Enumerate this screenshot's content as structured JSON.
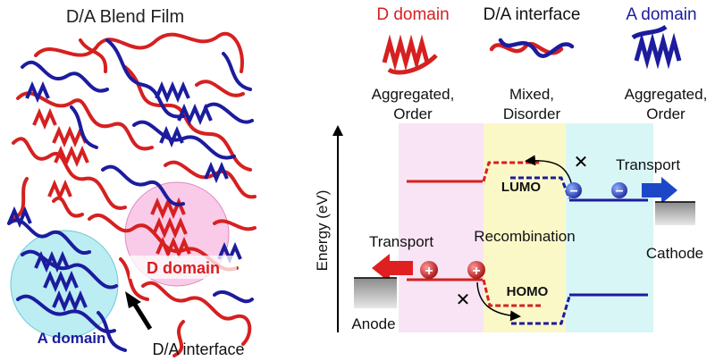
{
  "left_panel": {
    "title": "D/A Blend Film",
    "d_domain_label": "D domain",
    "a_domain_label": "A domain",
    "interface_label": "D/A interface"
  },
  "top_legend": {
    "d_domain": {
      "title": "D domain",
      "line1": "Aggregated,",
      "line2": "Order"
    },
    "interface": {
      "title": "D/A interface",
      "line1": "Mixed,",
      "line2": "Disorder"
    },
    "a_domain": {
      "title": "A domain",
      "line1": "Aggregated,",
      "line2": "Order"
    }
  },
  "energy_diagram": {
    "y_axis_label": "Energy  (eV)",
    "lumo_label": "LUMO",
    "homo_label": "HOMO",
    "recombination_label": "Recombination",
    "transport_right": "Transport",
    "transport_left": "Transport",
    "cathode_label": "Cathode",
    "anode_label": "Anode",
    "electron_symbol": "−",
    "hole_symbol": "+",
    "blocked_symbol": "✕"
  },
  "colors": {
    "donor": "#d62020",
    "acceptor": "#1c1c9e",
    "d_region": "#f8e4f4",
    "interface_region": "#fbf8c8",
    "a_region": "#d8f6f6",
    "electrode": "#a8a8a8"
  }
}
